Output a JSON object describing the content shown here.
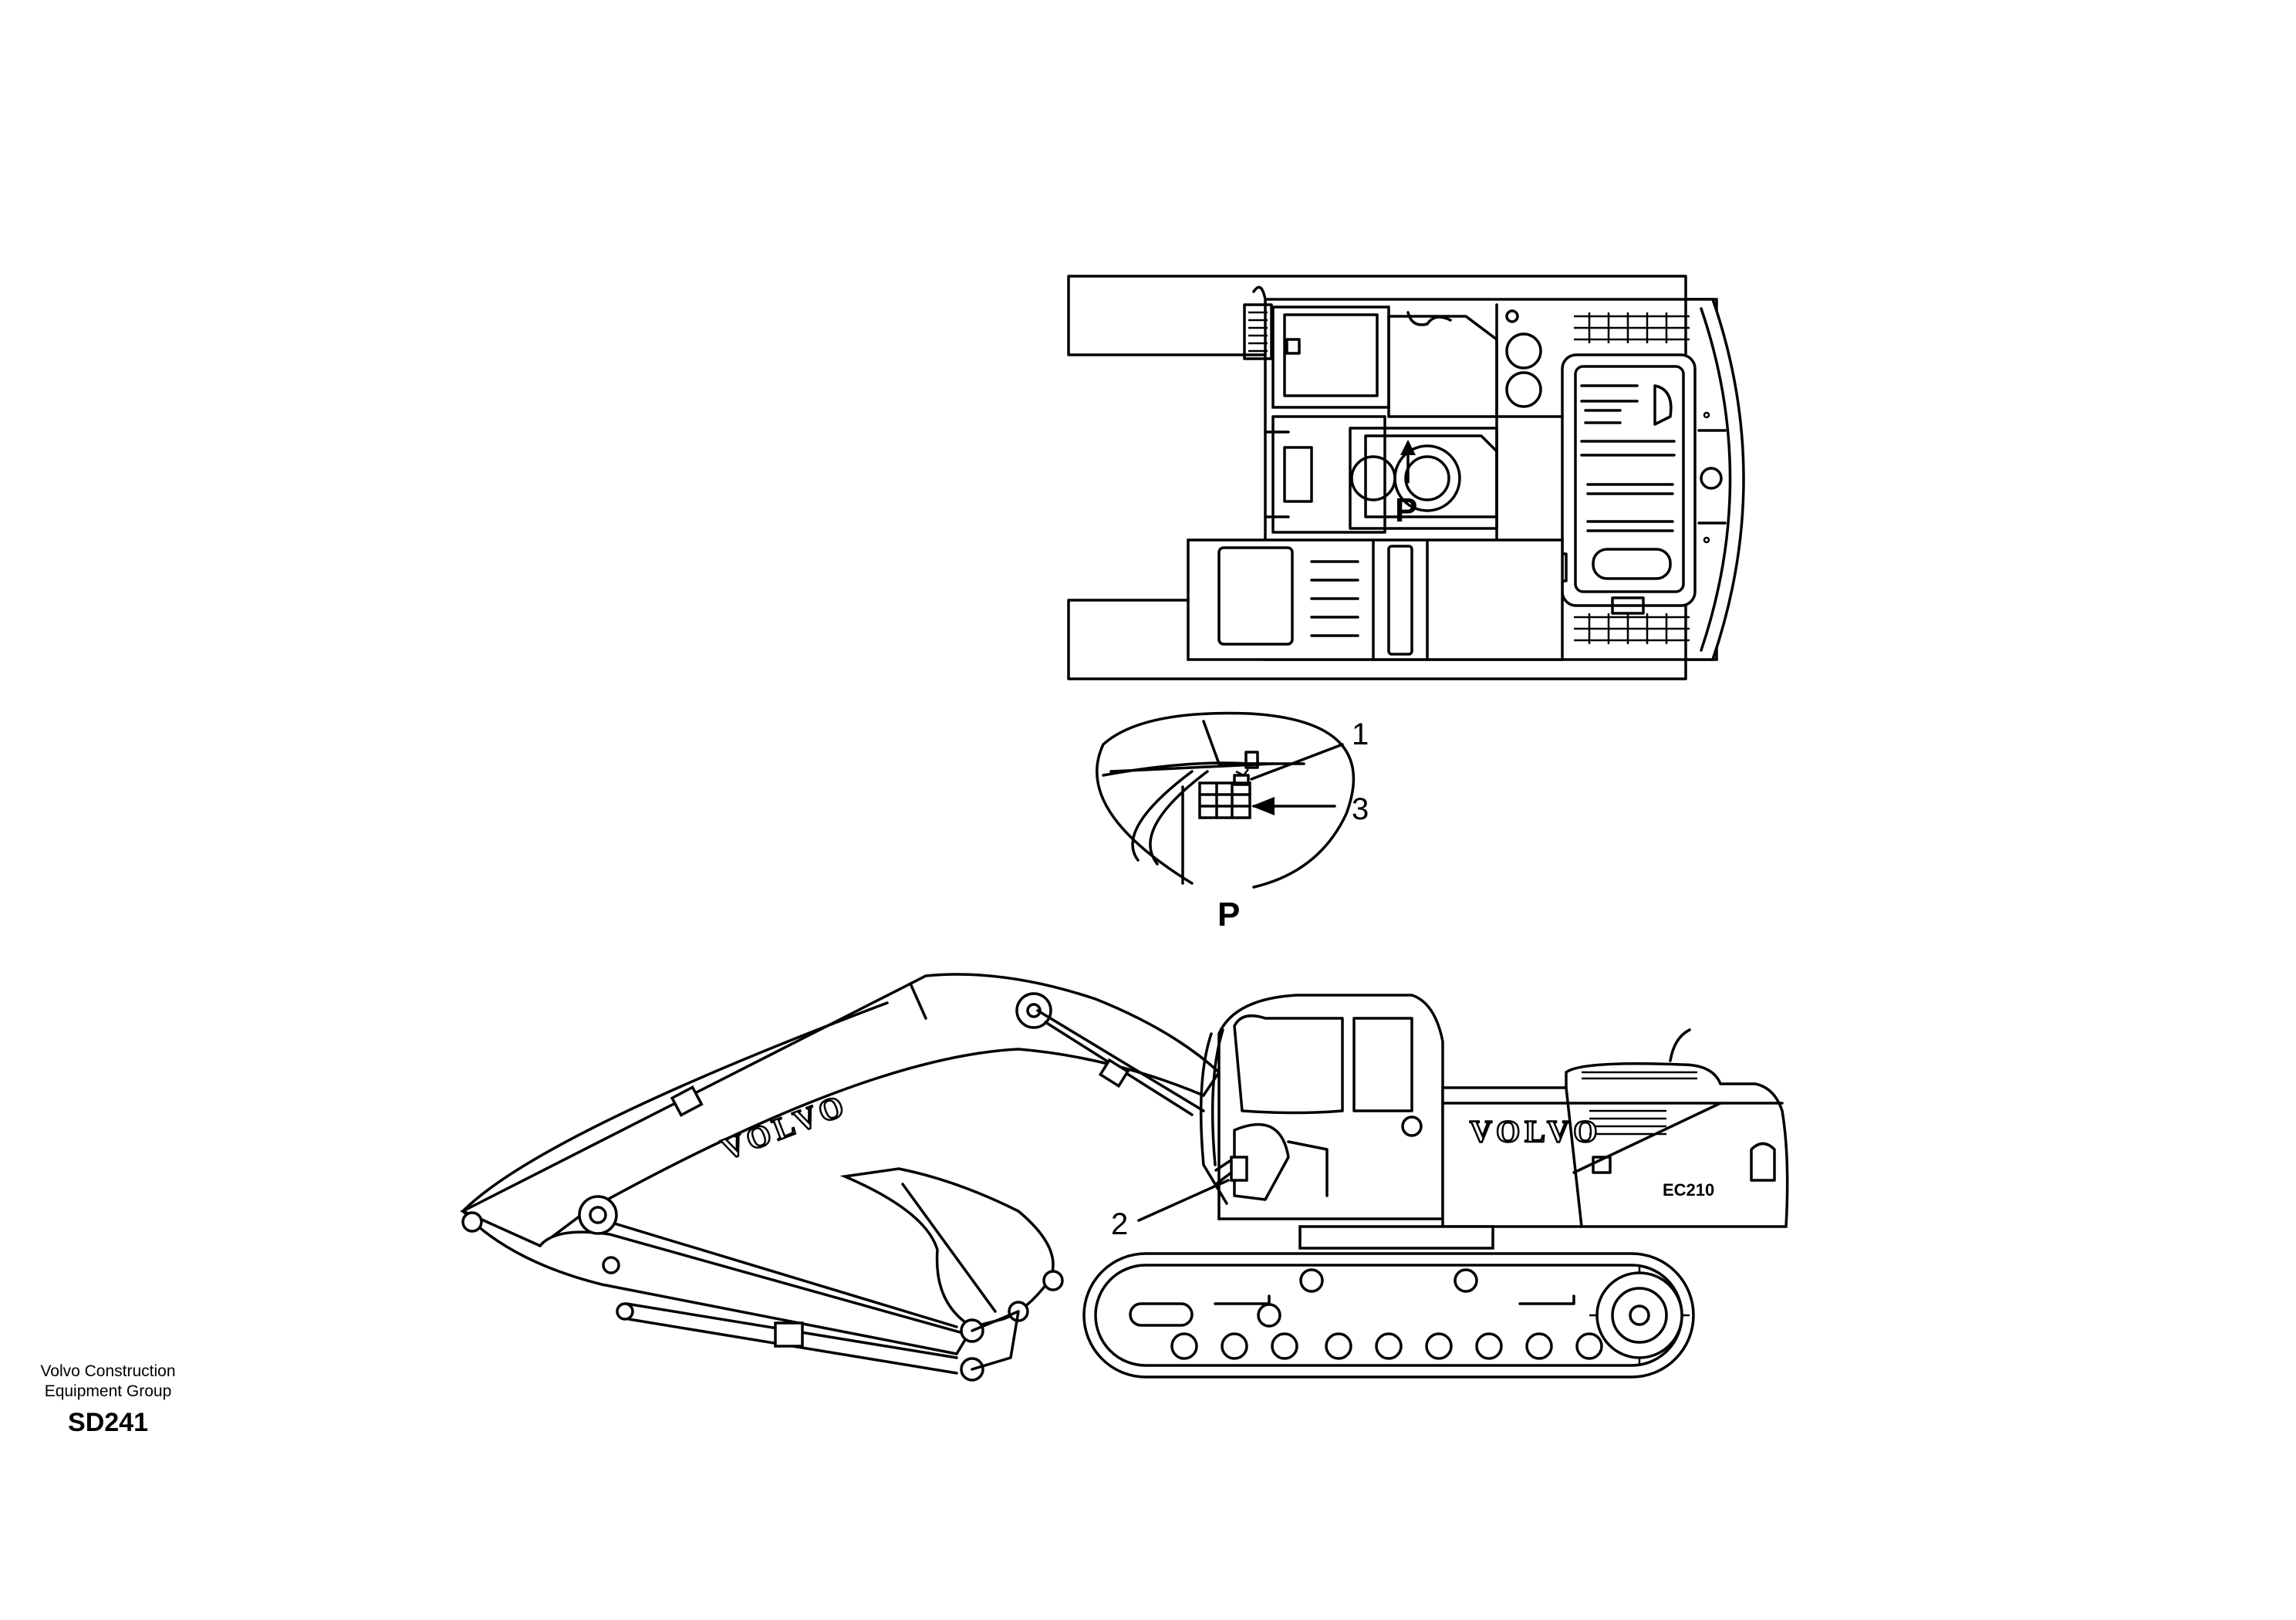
{
  "callouts": {
    "one": "1",
    "two": "2",
    "three": "3"
  },
  "view_label": "P",
  "brand_text": "VOLVO",
  "model_text": "EC210",
  "footer": {
    "org_line1": "Volvo Construction",
    "org_line2": "Equipment Group",
    "code": "SD241"
  }
}
